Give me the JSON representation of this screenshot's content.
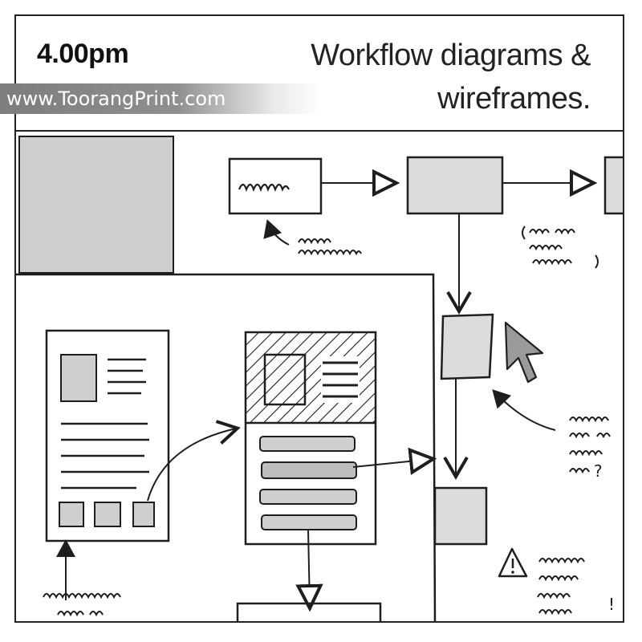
{
  "header": {
    "time": "4.00pm",
    "title_line1": "Workflow diagrams &",
    "title_line2": "wireframes."
  },
  "watermark": {
    "text": "www.ToorangPrint.com"
  },
  "annotations": {
    "question_mark": "?",
    "exclamation": "!",
    "warning_glyph": "!"
  },
  "colors": {
    "ink": "#1e1e1e",
    "grey_fill": "#cfcfcf",
    "dark_grey_fill": "#bdbdbd",
    "paper": "#ffffff"
  }
}
